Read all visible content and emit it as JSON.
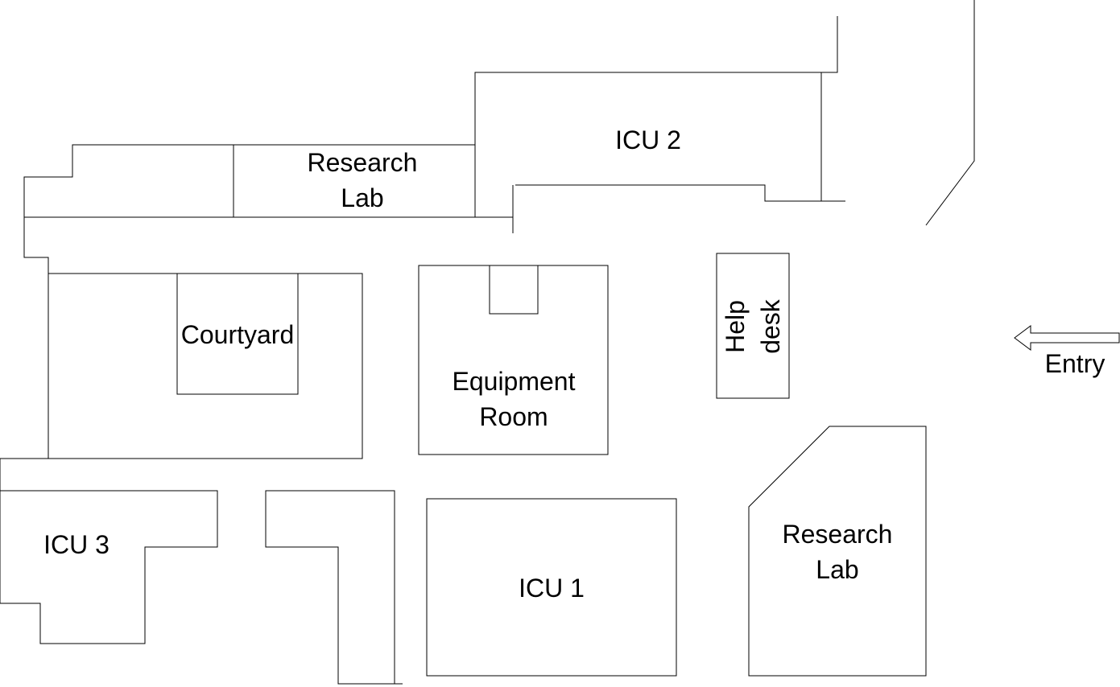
{
  "rooms": {
    "research_lab_top": {
      "line1": "Research",
      "line2": "Lab"
    },
    "icu2": "ICU 2",
    "courtyard": "Courtyard",
    "equipment_room": {
      "line1": "Equipment",
      "line2": "Room"
    },
    "help_desk": {
      "line1": "Help",
      "line2": "desk"
    },
    "icu3": "ICU 3",
    "icu1": "ICU 1",
    "research_lab_bottom": {
      "line1": "Research",
      "line2": "Lab"
    }
  },
  "entry": {
    "label": "Entry",
    "arrow_icon": "arrow-left-outline-icon"
  },
  "colors": {
    "line": "#000000",
    "background": "#ffffff"
  }
}
